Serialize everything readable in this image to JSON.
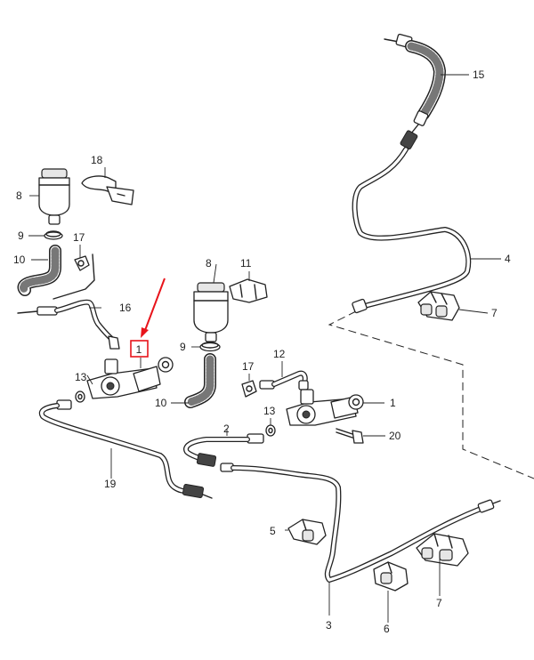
{
  "callouts": [
    {
      "id": "c1",
      "text": "1"
    },
    {
      "id": "c1b",
      "text": "1"
    },
    {
      "id": "c2",
      "text": "2"
    },
    {
      "id": "c3",
      "text": "3"
    },
    {
      "id": "c4",
      "text": "4"
    },
    {
      "id": "c5",
      "text": "5"
    },
    {
      "id": "c6",
      "text": "6"
    },
    {
      "id": "c7a",
      "text": "7"
    },
    {
      "id": "c7b",
      "text": "7"
    },
    {
      "id": "c8a",
      "text": "8"
    },
    {
      "id": "c8b",
      "text": "8"
    },
    {
      "id": "c9a",
      "text": "9"
    },
    {
      "id": "c9b",
      "text": "9"
    },
    {
      "id": "c10a",
      "text": "10"
    },
    {
      "id": "c10b",
      "text": "10"
    },
    {
      "id": "c11",
      "text": "11"
    },
    {
      "id": "c12",
      "text": "12"
    },
    {
      "id": "c13a",
      "text": "13"
    },
    {
      "id": "c13b",
      "text": "13"
    },
    {
      "id": "c15",
      "text": "15"
    },
    {
      "id": "c16",
      "text": "16"
    },
    {
      "id": "c17a",
      "text": "17"
    },
    {
      "id": "c17b",
      "text": "17"
    },
    {
      "id": "c18",
      "text": "18"
    },
    {
      "id": "c19",
      "text": "19"
    },
    {
      "id": "c20",
      "text": "20"
    }
  ],
  "highlight": {
    "color": "#e8141b"
  }
}
